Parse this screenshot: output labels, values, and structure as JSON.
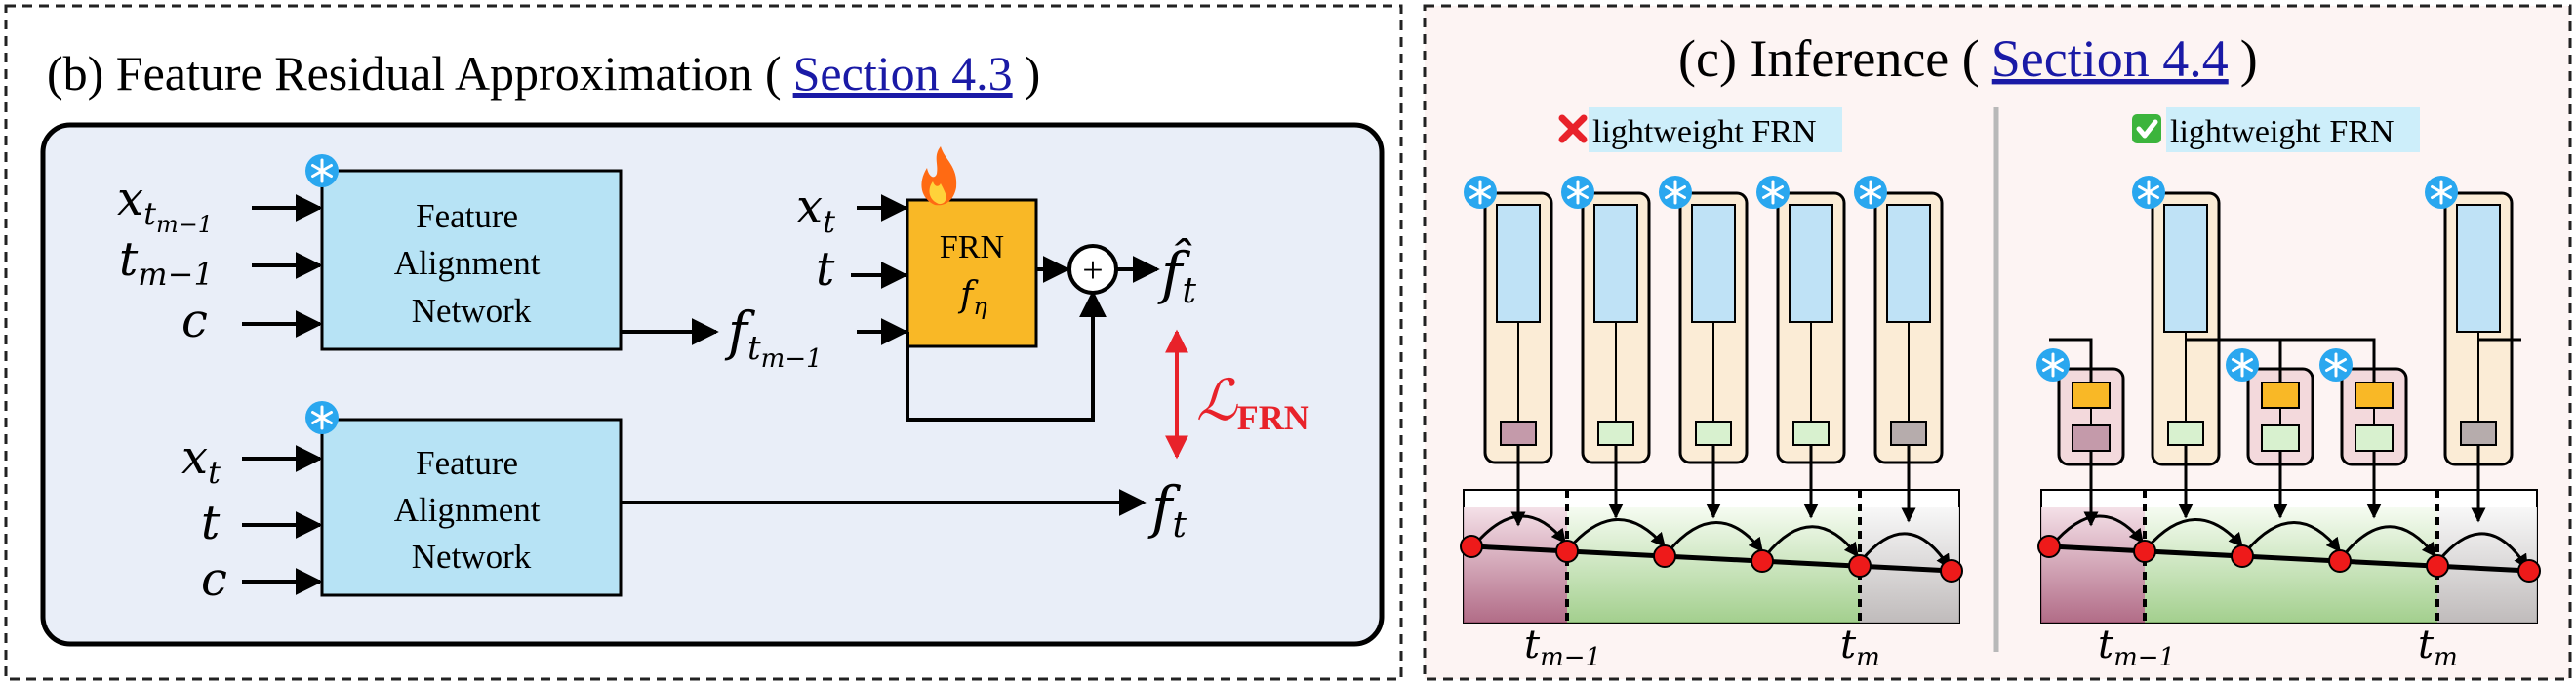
{
  "panel_b": {
    "title_prefix": "(b) Feature Residual Approximation (",
    "section_link": "Section 4.3",
    "title_suffix": ")",
    "top_network": {
      "line1": "Feature",
      "line2": "Alignment",
      "line3": "Network",
      "inputs": [
        "x",
        "t",
        "c"
      ],
      "input_sub": "t",
      "input_subsub": "m−1",
      "t_sub": "m−1"
    },
    "bottom_network": {
      "line1": "Feature",
      "line2": "Alignment",
      "line3": "Network",
      "inputs": [
        "x",
        "t",
        "c"
      ],
      "x_sub": "t"
    },
    "frn": {
      "line1": "FRN",
      "symbol": "f",
      "symbol_sub": "η"
    },
    "frn_inputs": {
      "x": "x",
      "x_sub": "t",
      "t": "t"
    },
    "f_prev": {
      "symbol": "f",
      "sub": "t",
      "subsub": "m−1"
    },
    "f_hat": {
      "symbol": "f̂",
      "sub": "t"
    },
    "f_t": {
      "symbol": "f",
      "sub": "t"
    },
    "loss": {
      "symbol": "ℒ",
      "sub": "FRN"
    },
    "plus": "+"
  },
  "panel_c": {
    "title_prefix": "(c) Inference (",
    "section_link": "Section 4.4",
    "title_suffix": ")",
    "left_label": "lightweight FRN",
    "right_label": "lightweight FRN",
    "left_ticks": {
      "a": "t",
      "a_sub": "m−1",
      "b": "t",
      "b_sub": "m"
    },
    "right_ticks": {
      "a": "t",
      "a_sub": "m−1",
      "b": "t",
      "b_sub": "m"
    }
  },
  "icons": {
    "frozen": "snowflake-icon",
    "trainable": "flame-icon",
    "no": "cross-mark-icon",
    "yes": "check-mark-icon"
  },
  "colors": {
    "network_fill": "#b7e3f5",
    "frn_fill": "#f9b826",
    "loss": "#e8222a",
    "panel_b_bg": "#e9eef8",
    "panel_c_bg": "#fdf4f3",
    "snow": "#2aa7ef",
    "point": "#ee1a1a",
    "link": "#1a1aa6"
  }
}
